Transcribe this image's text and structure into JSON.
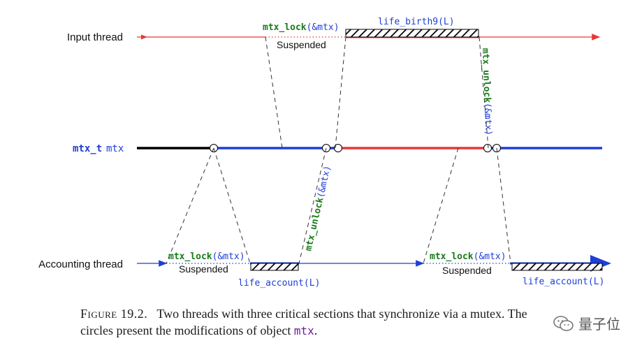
{
  "labels": {
    "input_thread": "Input thread",
    "mutex_type": "mtx_t",
    "mutex_name": "mtx",
    "accounting_thread": "Accounting thread"
  },
  "calls": {
    "lock_fn": "mtx_lock",
    "lock_arg": "(&mtx)",
    "unlock_fn": "mtx_unlock",
    "unlock_arg": "(&mtx)",
    "suspended": "Suspended",
    "life_birth": "life_birth9(L)",
    "life_account": "life_account(L)"
  },
  "caption": {
    "figure": "Figure 19.2.",
    "text_1": "Two threads with three critical sections that synchronize via a mutex. The circles present the modifications of object ",
    "code": "mtx",
    "text_2": "."
  },
  "watermark": {
    "text": "量子位",
    "icon": "wechat-icon"
  },
  "colors": {
    "red": "#e53935",
    "blue": "#1e3fd6",
    "green": "#1b7a1b",
    "black": "#000000"
  }
}
